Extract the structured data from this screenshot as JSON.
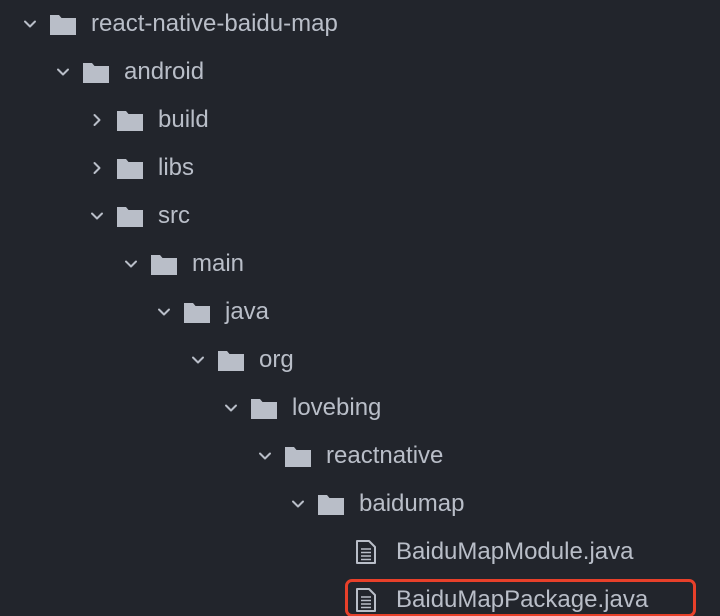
{
  "tree": {
    "items": [
      {
        "label": "react-native-baidu-map",
        "kind": "folder",
        "state": "expanded"
      },
      {
        "label": "android",
        "kind": "folder",
        "state": "expanded"
      },
      {
        "label": "build",
        "kind": "folder",
        "state": "collapsed"
      },
      {
        "label": "libs",
        "kind": "folder",
        "state": "collapsed"
      },
      {
        "label": "src",
        "kind": "folder",
        "state": "expanded"
      },
      {
        "label": "main",
        "kind": "folder",
        "state": "expanded"
      },
      {
        "label": "java",
        "kind": "folder",
        "state": "expanded"
      },
      {
        "label": "org",
        "kind": "folder",
        "state": "expanded"
      },
      {
        "label": "lovebing",
        "kind": "folder",
        "state": "expanded"
      },
      {
        "label": "reactnative",
        "kind": "folder",
        "state": "expanded"
      },
      {
        "label": "baidumap",
        "kind": "folder",
        "state": "expanded"
      },
      {
        "label": "BaiduMapModule.java",
        "kind": "file"
      },
      {
        "label": "BaiduMapPackage.java",
        "kind": "file",
        "highlighted": true
      }
    ]
  },
  "colors": {
    "background": "#22252c",
    "text": "#b9bec8",
    "icon": "#b9bec8",
    "highlight_border": "#e8402a"
  },
  "icons": {
    "expanded": "chevron-down-icon",
    "collapsed": "chevron-right-icon",
    "folder": "folder-icon",
    "file": "file-icon"
  }
}
